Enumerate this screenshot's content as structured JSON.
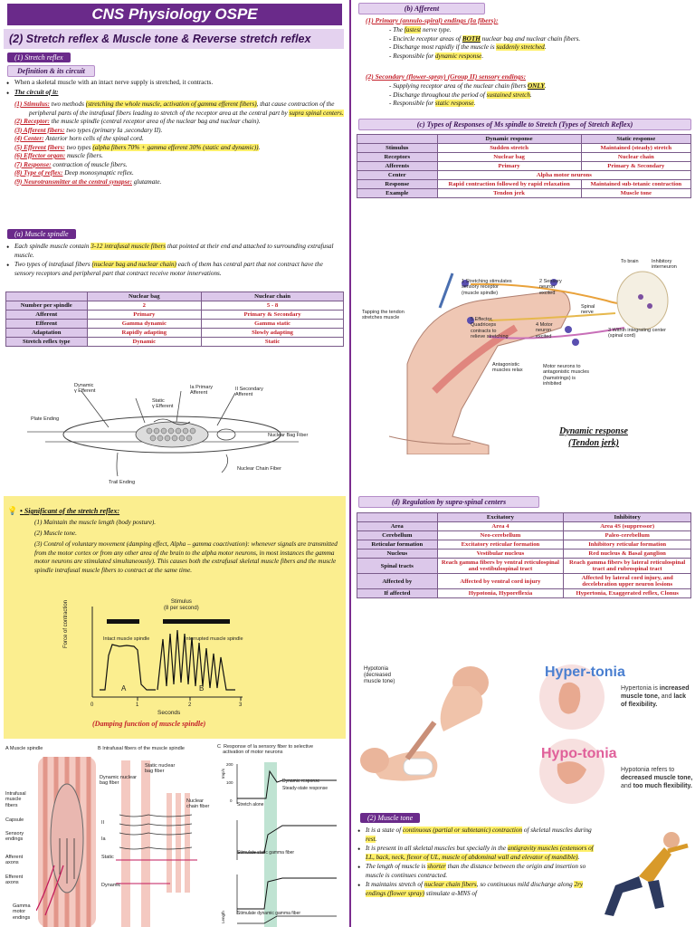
{
  "title": "CNS Physiology OSPE",
  "subtitle": "(2) Stretch reflex & Muscle tone & Reverse stretch reflex",
  "left": {
    "stretch_reflex_pill": "(1) Stretch reflex",
    "definition_pill": "Definition & its circuit",
    "def_bullet": "When a skeletal muscle with an intact nerve supply is stretched, it contracts.",
    "circuit_head": "The circuit of it:",
    "circuit": [
      {
        "k": "(1) Stimulus:",
        "a": " two methods ",
        "h": "(stretching the whole muscle, activation of gamma efferent fibers)",
        "b": ", that cause contraction of the peripheral parts of the intrafusal fibers leading to stretch of the receptor area at the central part by ",
        "h2": "supra spinal centers."
      },
      {
        "k": "(2) Receptor:",
        "a": " the muscle spindle (central receptor area of the nuclear bag and nuclear chain)."
      },
      {
        "k": "(3) Afferent fibers:",
        "a": " two types (primary Ia ,secondary II)."
      },
      {
        "k": "(4) Center:",
        "a": " Anterior horn cells of the spinal cord."
      },
      {
        "k": "(5) Efferent fibers:",
        "a": " two types ",
        "h": "(alpha fibers 70% + gamma efferent 30% (static and dynamic))",
        "b": "."
      },
      {
        "k": "(6) Effector organ:",
        "a": " muscle fibers."
      },
      {
        "k": "(7) Response:",
        "a": " contraction of muscle fibers."
      },
      {
        "k": "(8) Type of reflex:",
        "a": " Deep monosynaptic reflex."
      },
      {
        "k": "(9) Neurotransmitter at the central synapse:",
        "a": " glutamate."
      }
    ],
    "spindle_pill": "(a) Muscle spindle",
    "spindle_b1a": "Each spindle muscle contain ",
    "spindle_b1h": "3-12 intrafusal muscle fibers",
    "spindle_b1b": " that pointed at their end and attached to surrounding extrafusal muscle.",
    "spindle_b2a": "Two types of intrafusal fibers ",
    "spindle_b2h": "(nuclear bag and nuclear chain)",
    "spindle_b2b": " each of them has central part that not contract have the sensory receptors and peripheral part that contract receive motor innervations.",
    "spindle_table": {
      "headers": [
        "",
        "Nuclear bag",
        "Nuclear chain"
      ],
      "rows": [
        [
          "Number per spindle",
          "2",
          "5 - 8"
        ],
        [
          "Afferent",
          "Primary",
          "Primary & Secondary"
        ],
        [
          "Efferent",
          "Gamma dynamic",
          "Gamma static"
        ],
        [
          "Adaptation",
          "Rapidly adapting",
          "Slowly adapting"
        ],
        [
          "Stretch reflex type",
          "Dynamic",
          "Static"
        ]
      ]
    },
    "diagram_labels": {
      "dyn": "Dynamic\nγ Efferent",
      "static": "Static\nγ Efferent",
      "ia": "Ia Primary\nAfferent",
      "ii": "II Secondary\nAfferent",
      "plate": "Plate Ending",
      "bag": "Nuclear Bag Fiber",
      "chain": "Nuclear Chain Fiber",
      "trail": "Trail Ending"
    },
    "significant_head": "Significant of the stretch reflex:",
    "significant": [
      "(1) Maintain the muscle length (body posture).",
      "(2) Muscle tone.",
      "(3) Control of voluntary movement (damping effect, Alpha – gamma coactivation): whenever signals are transmitted from the motor cortex or from any other area of the brain to the alpha motor neurons, in most instances the gamma motor neurons are stimulated simultaneously). This causes both the extrafusal skeletal muscle fibers and the muscle spindle intrafusal muscle fibers to contract at the same time."
    ],
    "graph": {
      "stimulus": "Stimulus\n(8 per second)",
      "ylabel": "Force of contraction",
      "xlabel": "Seconds",
      "intact": "Intact muscle spindle",
      "inter": "Interrupted muscle spindle",
      "A": "A",
      "B": "B",
      "ticks": [
        "0",
        "1",
        "2",
        "3"
      ]
    },
    "damping_caption": "(Damping function of muscle spindle)",
    "bottom_fig": {
      "a_title": "A  Muscle spindle",
      "b_title": "B  Intrafusal fibers of the muscle spindle",
      "c_title": "C  Response of Ia sensory fiber to selective\n    activation of motor neurons",
      "a_labels": [
        "Intrafusal\nmuscle\nfibers",
        "Capsule",
        "Sensory\nendings",
        "Afferent\naxons",
        "Efferent\naxons",
        "Gamma\nmotor\nendings"
      ],
      "b_labels": [
        "Dynamic nuclear\nbag fiber",
        "Static nuclear\nbag fiber",
        "Nuclear\nchain fiber",
        "II",
        "Ia",
        "Static",
        "Dynamic"
      ],
      "c_labels": [
        "Dynamic response",
        "Steady-state response",
        "Stretch alone",
        "Stimulate static gamma fiber",
        "Stimulate dynamic gamma fiber",
        "Imp/s",
        "Length"
      ],
      "c_ticks": [
        "200",
        "100",
        "0"
      ]
    }
  },
  "right": {
    "afferent_pill": "(b) Afferent",
    "primary_head": "(1) Primary (annulo-spiral) endings (Ia fibers):",
    "primary": [
      {
        "a": "- The ",
        "h": "fastest",
        "b": " nerve type."
      },
      {
        "a": "- Encircle receptor areas of ",
        "h": "BOTH",
        "b": " nuclear bag and nuclear chain fibers."
      },
      {
        "a": "- Discharge most rapidly if the muscle is ",
        "h": "suddenly stretched",
        "b": "."
      },
      {
        "a": "- Responsible for ",
        "h": "dynamic response",
        "b": "."
      }
    ],
    "secondary_head": "(2) Secondary (flower-spray) (Group II) sensory endings:",
    "secondary": [
      {
        "a": "- Supplying receptor area of the nuclear chain fibers ",
        "h": "ONLY",
        "b": "."
      },
      {
        "a": "- Discharge throughout the period of ",
        "h": "sustained stretch",
        "b": "."
      },
      {
        "a": "- Responsible for ",
        "h": "static response",
        "b": "."
      }
    ],
    "types_pill": "(c) Types of Responses of Ms spindle to Stretch (Types of Stretch Reflex)",
    "types_table": {
      "headers": [
        "",
        "Dynamic response",
        "Static response"
      ],
      "rows": [
        [
          "Stimulus",
          "Sudden stretch",
          "Maintained (steady) stretch"
        ],
        [
          "Receptors",
          "Nuclear bag",
          "Nuclear chain"
        ],
        [
          "Afferents",
          "Primary",
          "Primary & Secondary"
        ],
        [
          "Response",
          "Rapid contraction followed by rapid relaxation",
          "Maintained sub-tetanic contraction"
        ],
        [
          "Example",
          "Tendon jerk",
          "Muscle tone"
        ]
      ],
      "center_label": "Center",
      "center_value": "Alpha motor neurons"
    },
    "reflex_fig": {
      "labels": [
        "1 Stretching stimulates\nsensory receptor\n(muscle spindle)",
        "2 Sensory\nneuron\nexcited",
        "To brain",
        "Inhibitory\ninterneuron",
        "Spinal\nnerve",
        "3 Within integrating center\n(spinal cord)",
        "4 Motor\nneuron\nexcited",
        "5 Effector,\nQuadriceps\ncontracts to\nrelieve stretching",
        "Tapping the tendon\nstretches muscle",
        "Antagonistic\nmuscles relax",
        "Motor neurons to\nantagonistic muscles\n(hamstrings) is\ninhibited"
      ],
      "caption": "Dynamic response\n(Tendon jerk)"
    },
    "regulation_pill": "(d) Regulation by supra-spinal centers",
    "reg_table": {
      "headers": [
        "",
        "Excitatory",
        "Inhibitory"
      ],
      "rows": [
        [
          "Area",
          "Area 4",
          "Area 4S (suppressor)"
        ],
        [
          "Cerebellum",
          "Neo-cerebellum",
          "Paleo-cerebellum"
        ],
        [
          "Reticular formation",
          "Excitatory reticular formation",
          "Inhibitory reticular formation"
        ],
        [
          "Nucleus",
          "Vestibular nucleus",
          "Red nucleus & Basal ganglion"
        ],
        [
          "Spinal tracts",
          "Reach gamma fibers by ventral reticulospinal and vestibulospinal tract",
          "Reach gamma fibers by lateral reticulospinal tract and rubrospinal tract"
        ],
        [
          "Affected by",
          "Affected by ventral cord injury",
          "Affected by lateral cord injury, and decelebration upper neuron lesions"
        ],
        [
          "If affected",
          "Hypotonia, Hyporeflexia",
          "Hypertonia, Exaggerated reflex, Clonus"
        ]
      ]
    },
    "tonia": {
      "hypotonia_label": "Hypotonia\n(decreased\nmuscle tone)",
      "hyper_word": "Hyper-tonia",
      "hypo_word": "Hypo-tonia",
      "hyper_desc_a": "Hypertonia is ",
      "hyper_desc_b": "increased muscle tone,",
      "hyper_desc_c": " and ",
      "hyper_desc_d": "lack of flexibility.",
      "hypo_desc_a": "Hypotonia refers to ",
      "hypo_desc_b": "decreased muscle tone,",
      "hypo_desc_c": " and ",
      "hypo_desc_d": "too much flexibility."
    },
    "muscle_tone_pill": "(2) Muscle tone",
    "tone_bullets": [
      {
        "a": "It is a state of ",
        "h": "continuous (partial or subtetanic) contraction",
        "b": " of skeletal muscles during ",
        "h2": "rest",
        "c": "."
      },
      {
        "a": "It is present in all skeletal muscles but specially in the ",
        "h": "antigravity muscles (extensors of LL, back, neck, flexor of UL, muscle of abdominal wall and elevator of mandible)",
        "b": "."
      },
      {
        "a": "The length of muscle is ",
        "h": "shorter",
        "b": " than the distance between the origin and insertion so muscle is continues contracted."
      },
      {
        "a": "It maintains stretch of ",
        "h": "nuclear chain fibers",
        "b": ", so continuous mild discharge along ",
        "h2": "2ry endings (flower spray)",
        "c": " stimulate α-MNS of"
      }
    ]
  }
}
